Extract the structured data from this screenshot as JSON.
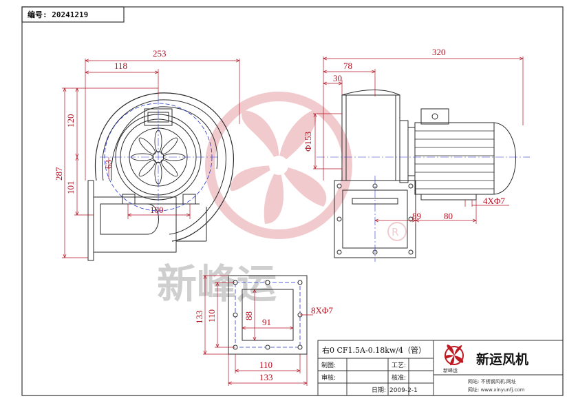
{
  "header": {
    "code_label": "编号: 20241219"
  },
  "watermark": {
    "text": "新峰运",
    "color": "#e7a0a6"
  },
  "side_view": {
    "dim_width": "253",
    "dim_half": "118",
    "dim_height": "287",
    "dim_upper": "120",
    "dim_lower": "101",
    "dim_offset": "63",
    "dim_inner": "100"
  },
  "front_view": {
    "dim_length": "320",
    "dim_78": "78",
    "dim_30": "30",
    "dim_dia": "Φ153",
    "dim_89": "89",
    "dim_80": "80",
    "dim_holes": "4XΦ7"
  },
  "flange_view": {
    "dim_outer_h": "133",
    "dim_inner_h": "110",
    "dim_88": "88",
    "dim_91": "91",
    "dim_holes": "8XΦ7",
    "dim_inner_w": "110",
    "dim_outer_w": "133"
  },
  "title_block": {
    "model": "右0 CF1.5A-0.18kw/4（管）",
    "label_draw": "制图:",
    "label_review": "审核:",
    "label_craft": "工艺:",
    "label_approve": "核准:",
    "label_date": "日期:",
    "date_value": "2009-2-1",
    "company": "新运风机",
    "logo_text": "新峰运",
    "footer_line1": "网站: 不锈钢风机.网址",
    "footer_line2": "网址: www.xinyunfj.com"
  },
  "colors": {
    "line": "#2a2a2a",
    "dim": "#b01020",
    "center": "#2233cc"
  }
}
